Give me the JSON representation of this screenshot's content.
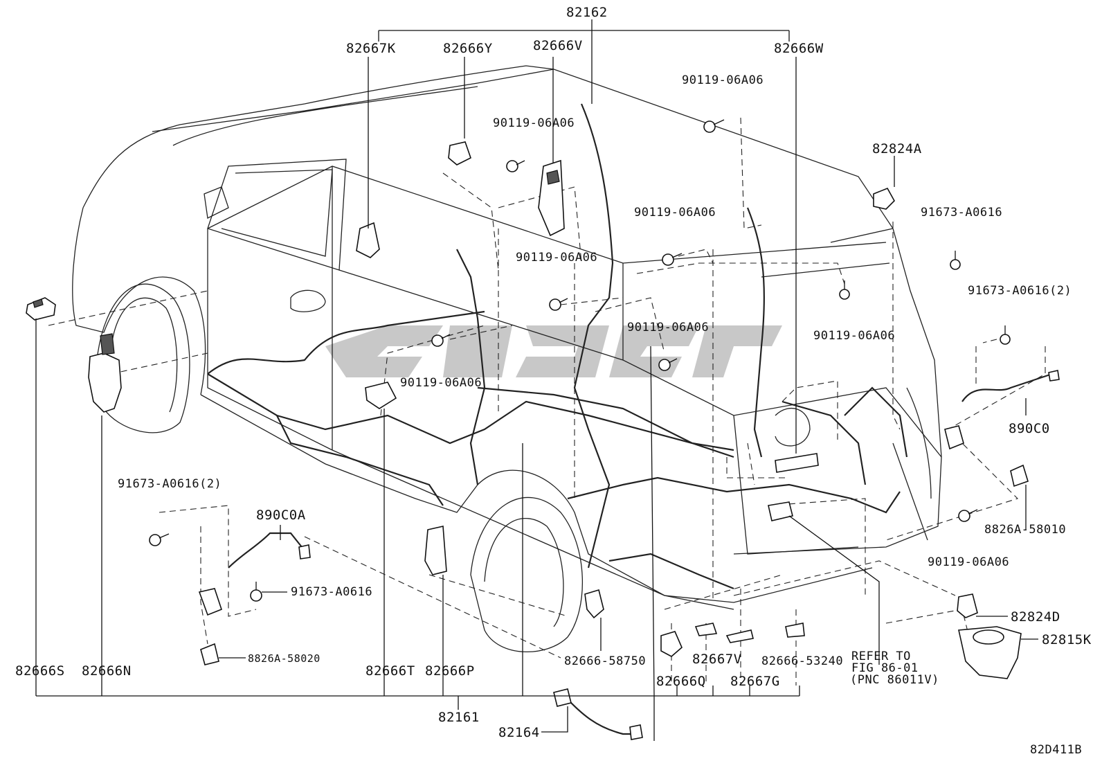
{
  "diagram_code": "82D411B",
  "labels": {
    "p82162": "82162",
    "p82667K": "82667K",
    "p82666Y": "82666Y",
    "p82666V": "82666V",
    "p82666W": "82666W",
    "b1": "90119-06A06",
    "b2": "90119-06A06",
    "b3": "90119-06A06",
    "b4": "90119-06A06",
    "b5": "90119-06A06",
    "b6": "90119-06A06",
    "b7": "90119-06A06",
    "b8": "90119-06A06",
    "p82824A": "82824A",
    "s1": "91673-A0616",
    "s2": "91673-A0616(2)",
    "p890C0": "890C0",
    "p8826A58010": "8826A-58010",
    "p82824D": "82824D",
    "p82815K": "82815K",
    "s3": "91673-A0616(2)",
    "p890C0A": "890C0A",
    "s4": "91673-A0616",
    "p8826A58020": "8826A-58020",
    "p82666S": "82666S",
    "p82666N": "82666N",
    "p82666T": "82666T",
    "p82666P": "82666P",
    "p82161": "82161",
    "p8266658750": "82666-58750",
    "p82666Q": "82666Q",
    "p82667V": "82667V",
    "p82667G": "82667G",
    "p8266653240": "82666-53240",
    "refer1": "REFER TO",
    "refer2": "FIG 86-01",
    "refer3": "(PNC 86011V)",
    "p82164": "82164"
  }
}
